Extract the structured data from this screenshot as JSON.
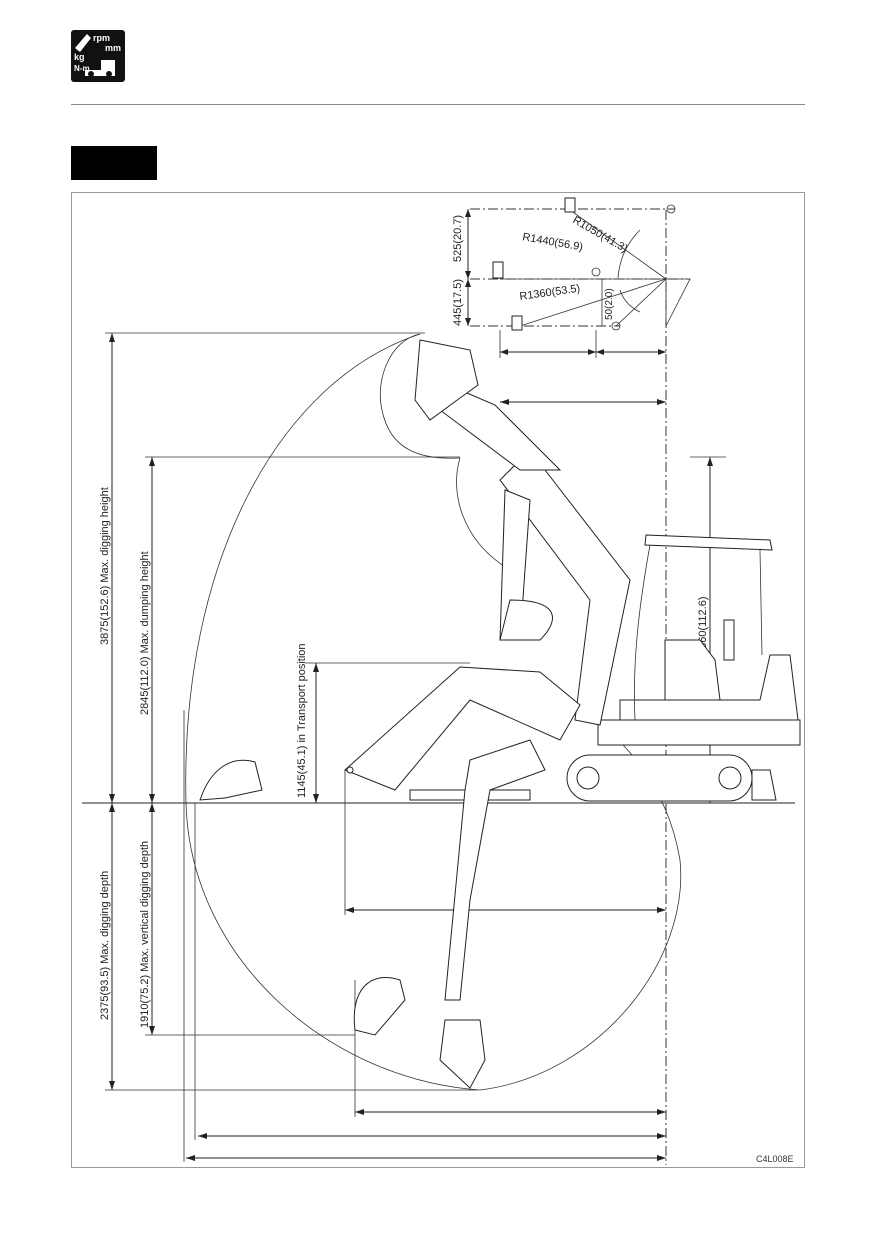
{
  "header": {
    "logo_lines": [
      "rpm",
      "mm",
      "kg",
      "N-m"
    ],
    "logo_icon": "specifications-icon"
  },
  "figure": {
    "code": "C4L008E",
    "dimensions": {
      "max_digging_height": "3875(152.6) Max. digging height",
      "max_dumping_height": "2845(112.0) Max. dumping height",
      "max_digging_depth": "2375(93.5) Max. digging depth",
      "max_vertical_digging_depth": "1910(75.2) Max. vertical digging depth",
      "transport_height": "1145(45.1) in Transport position",
      "cab_height": "2860(112.6)",
      "swing_r1050": "R1050(41.3)",
      "swing_r1440": "R1440(56.9)",
      "swing_r1360": "R1360(53.5)",
      "offset_525": "525(20.7)",
      "offset_445": "445(17.5)",
      "offset_50": "50(2.0)"
    }
  }
}
